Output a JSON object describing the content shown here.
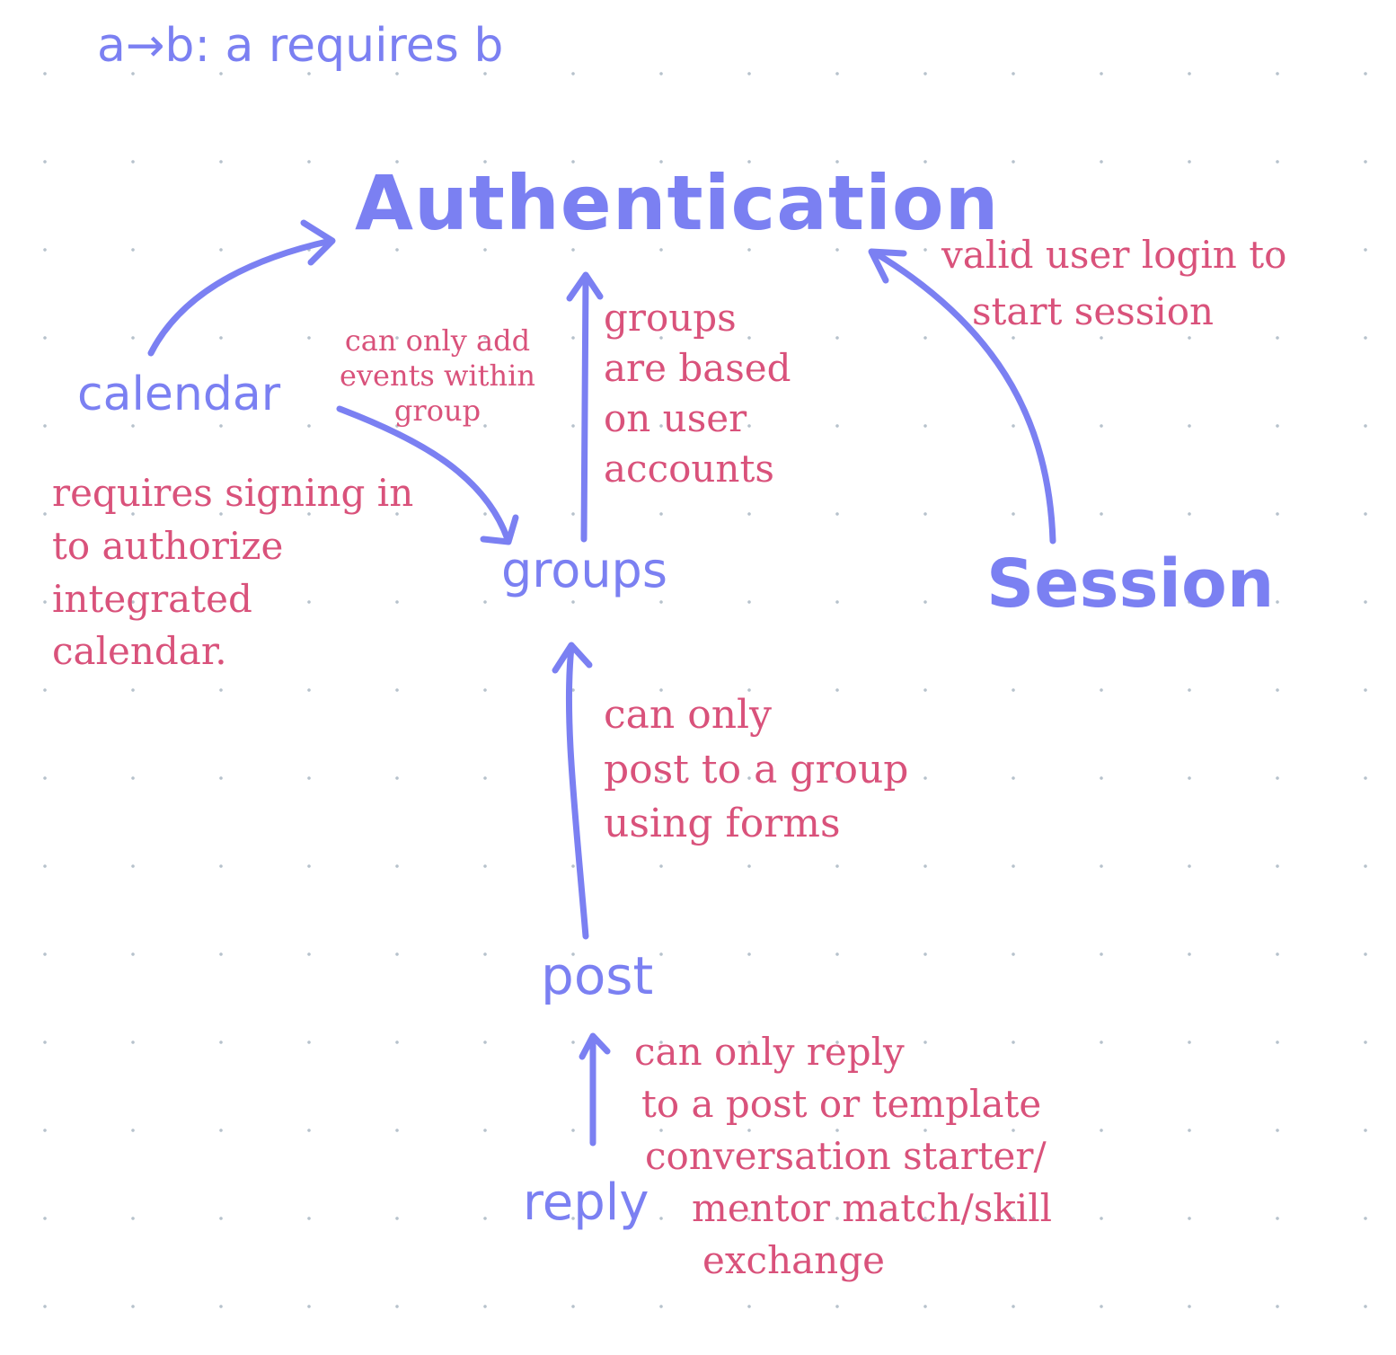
{
  "legend": "a→b: a requires b",
  "nodes": {
    "authentication": "Authentication",
    "calendar": "calendar",
    "groups": "groups",
    "session": "Session",
    "post": "post",
    "reply": "reply"
  },
  "notes": {
    "groups_to_auth": [
      "groups",
      "are based",
      "on user",
      "accounts"
    ],
    "calendar_to_groups": [
      "can only add",
      "events within",
      "group"
    ],
    "calendar_to_auth": [
      "requires signing in",
      "to authorize",
      "integrated",
      "calendar."
    ],
    "session_to_auth": [
      "valid user login to",
      "start session"
    ],
    "post_to_groups": [
      "can only",
      "post to a group",
      "using forms"
    ],
    "reply_to_post": [
      "can only reply",
      "to a post or template",
      "conversation starter/",
      "mentor match/skill",
      "exchange"
    ]
  },
  "colors": {
    "ink_blue": "#7b80f2",
    "ink_pink": "#d9527b",
    "dot_grid": "#b7c2cc",
    "background": "#ffffff"
  }
}
